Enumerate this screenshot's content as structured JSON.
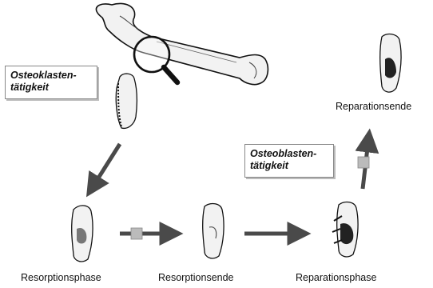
{
  "labels": {
    "osteoclast_activity": [
      "Osteoklasten-",
      "tätigkeit"
    ],
    "osteoblast_activity": [
      "Osteoblasten-",
      "tätigkeit"
    ],
    "reparationsende": "Reparationsende",
    "resorptionsphase": "Resorptionsphase",
    "resorptionsende": "Resorptionsende",
    "reparationsphase": "Reparationsphase"
  },
  "icons": {
    "bone": "bone-icon",
    "magnifier": "magnifying-glass-icon",
    "section": "bone-section-icon",
    "arrow": "arrow-icon"
  },
  "colors": {
    "ink": "#111111",
    "bone_fill": "#f2f2f2",
    "shade": "#8a8a8a",
    "new_bone": "#222222",
    "arrow": "#4a4a4a",
    "box_border": "#888888"
  }
}
